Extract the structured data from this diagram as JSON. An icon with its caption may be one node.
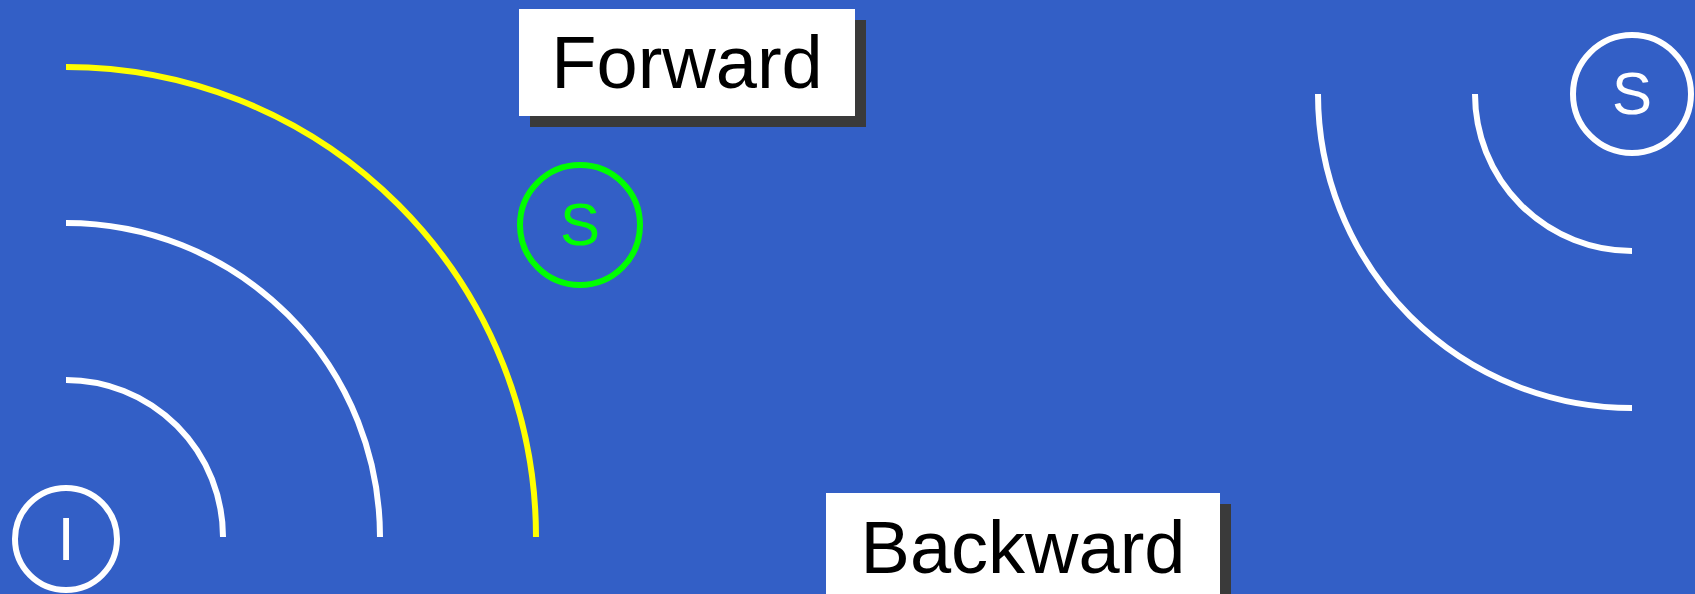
{
  "diagram": {
    "nodes": [
      {
        "text": [
          "Forward"
        ]
      },
      {
        "text": [
          "S"
        ]
      },
      {
        "text": [
          "S"
        ]
      },
      {
        "text": [
          "I"
        ]
      },
      {
        "text": [
          "Backward"
        ]
      }
    ]
  }
}
